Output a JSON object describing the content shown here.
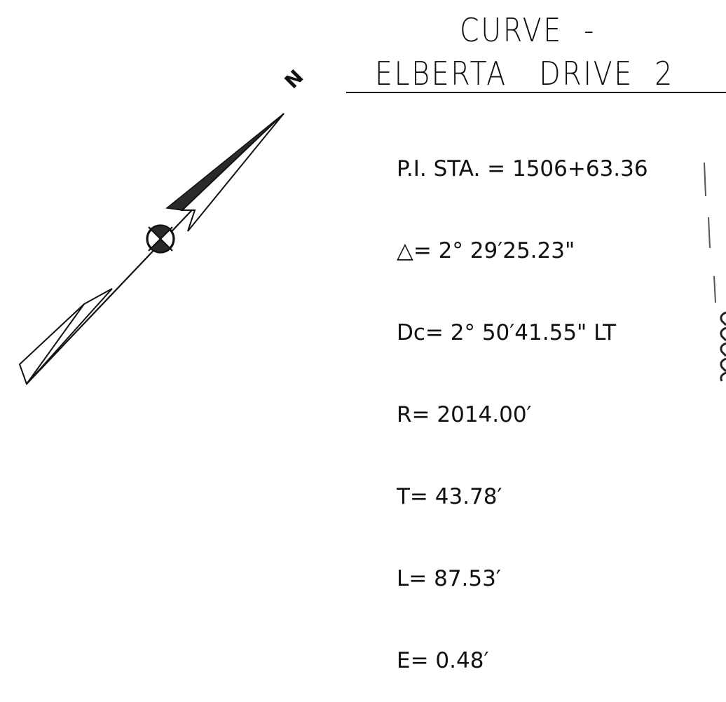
{
  "title": {
    "line1": "CURVE  -",
    "line2": "ELBERTA   DRIVE  2"
  },
  "north_arrow": {
    "label": "N"
  },
  "curve_data": [
    "P.I. STA. = 1506+63.36",
    "△= 2° 29′25.23\"",
    "Dc= 2° 50′41.55\" LT",
    "R= 2014.00′",
    "T= 43.78′",
    "L= 87.53′",
    "E= 0.48′"
  ],
  "colors": {
    "ink": "#111111",
    "dark_fill": "#2a2a2a",
    "background": "#ffffff"
  }
}
